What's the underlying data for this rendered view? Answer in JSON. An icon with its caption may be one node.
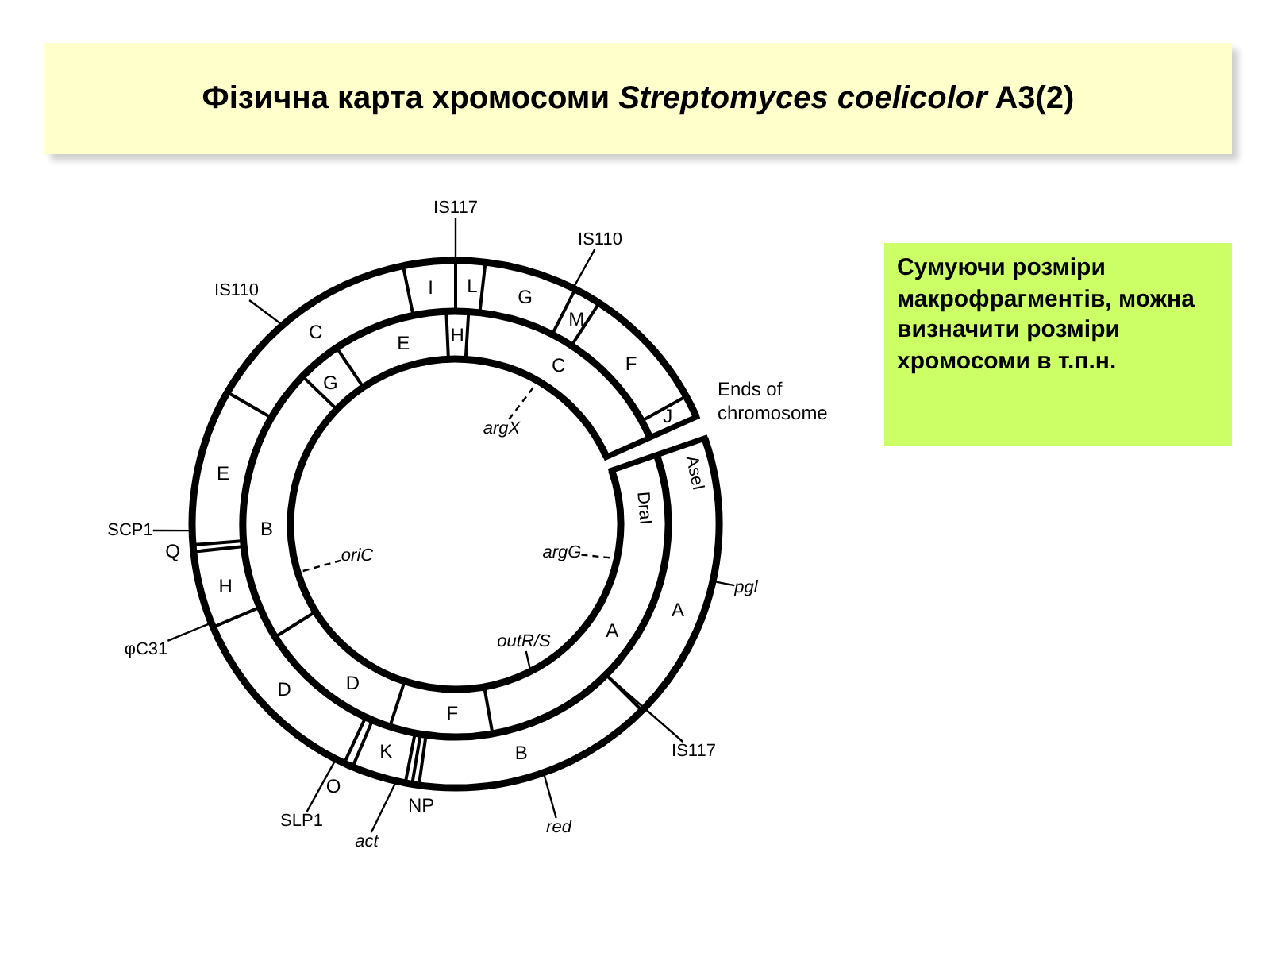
{
  "diagram": {
    "title": "Фізична карта хромосоми *Streptomyces coelicolor* A3(2)",
    "nodes": [
      {
        "text": [
          "Сумуючи розміри макрофрагментів, можна визначити розміри хромосоми в т.п.н."
        ]
      },
      {
        "text": [
          "IS117"
        ]
      },
      {
        "text": [
          "IS110"
        ]
      },
      {
        "text": [
          "IS110"
        ]
      },
      {
        "text": [
          "SCP1"
        ]
      },
      {
        "text": [
          "φC31"
        ]
      },
      {
        "text": [
          "SLP1"
        ]
      },
      {
        "text": [
          "act"
        ]
      },
      {
        "text": [
          "red"
        ]
      },
      {
        "text": [
          "IS117"
        ]
      },
      {
        "text": [
          "pgl"
        ]
      },
      {
        "text": [
          "argG"
        ]
      },
      {
        "text": [
          "outR/S"
        ]
      },
      {
        "text": [
          "oriC"
        ]
      },
      {
        "text": [
          "argX"
        ]
      }
    ],
    "edges": [
      {
        "from": 1,
        "to": null,
        "arrow": "none"
      },
      {
        "from": 2,
        "to": null,
        "arrow": "none"
      },
      {
        "from": 3,
        "to": null,
        "arrow": "none"
      },
      {
        "from": 4,
        "to": null,
        "arrow": "none"
      },
      {
        "from": 5,
        "to": null,
        "arrow": "none"
      },
      {
        "from": 6,
        "to": null,
        "arrow": "none"
      },
      {
        "from": 7,
        "to": null,
        "arrow": "none"
      },
      {
        "from": 8,
        "to": null,
        "arrow": "none"
      },
      {
        "from": 9,
        "to": null,
        "arrow": "none"
      },
      {
        "from": 10,
        "to": null,
        "arrow": "none"
      },
      {
        "from": 11,
        "to": null,
        "arrow": "none",
        "style": "dashed"
      },
      {
        "from": 12,
        "to": null,
        "arrow": "none"
      },
      {
        "from": 13,
        "to": null,
        "arrow": "none",
        "style": "dashed"
      },
      {
        "from": 14,
        "to": null,
        "arrow": "none",
        "style": "dashed"
      }
    ],
    "labels": [
      "I",
      "L",
      "G",
      "H",
      "C",
      "M",
      "E",
      "G",
      "C",
      "F",
      "J",
      "Ends of chromosome",
      "DraI",
      "AseI",
      "E",
      "B",
      "Q",
      "H",
      "A",
      "A",
      "D",
      "D",
      "F",
      "B",
      "K",
      "O",
      "NP"
    ]
  }
}
